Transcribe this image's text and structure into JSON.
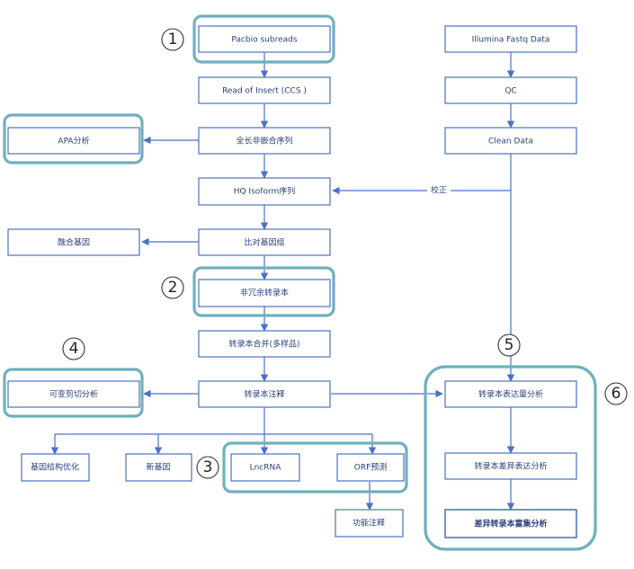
{
  "nodes": {
    "pacbio": "Pacbio subreads",
    "roi": "Read of Insert (CCS )",
    "flnc": "全长非嵌合序列",
    "hq": "HQ Isoform序列",
    "align": "比对基因组",
    "nonredundant": "非冗余转录本",
    "merge": "转录本合并(多样品)",
    "annot": "转录本注释",
    "gene_struct": "基因结构优化",
    "new_gene": "新基因",
    "lncrna": "LncRNA",
    "orf": "ORF预测",
    "func": "功能注释",
    "apa": "APA分析",
    "fusion": "融合基因",
    "alt_splice": "可变剪切分析",
    "illumina": "Illumina Fastq Data",
    "qc": "QC",
    "clean": "Clean Data",
    "expr": "转录本表达量分析",
    "diff_expr": "转录本差异表达分析",
    "enrich": "差异转录本富集分析"
  },
  "edge_labels": {
    "correct": "校正"
  },
  "markers": {
    "m1": "1",
    "m2": "2",
    "m3": "3",
    "m4": "4",
    "m5": "5",
    "m6": "6"
  },
  "colors": {
    "box_stroke": "#4a72c4",
    "highlight": "#6fb0be",
    "text": "#2a3f7a"
  }
}
